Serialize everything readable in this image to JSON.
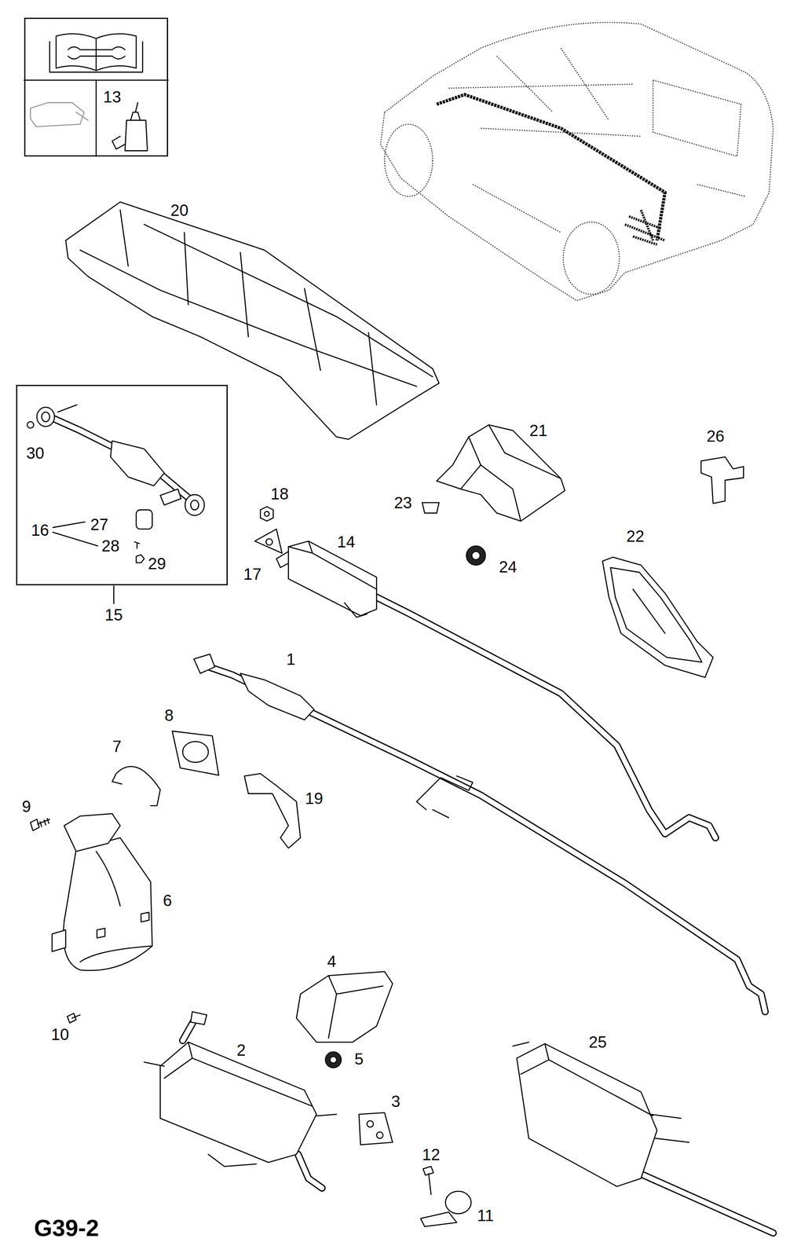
{
  "diagram": {
    "nodes": [
      {
        "text": [
          "13"
        ]
      },
      {
        "text": [
          "30",
          "16",
          "27",
          "28",
          "29",
          "15"
        ]
      }
    ],
    "labels": [
      "20",
      "21",
      "26",
      "23",
      "18",
      "14",
      "17",
      "24",
      "22",
      "1",
      "8",
      "7",
      "9",
      "19",
      "6",
      "10",
      "4",
      "2",
      "5",
      "3",
      "25",
      "12",
      "11",
      "G39-2"
    ]
  }
}
